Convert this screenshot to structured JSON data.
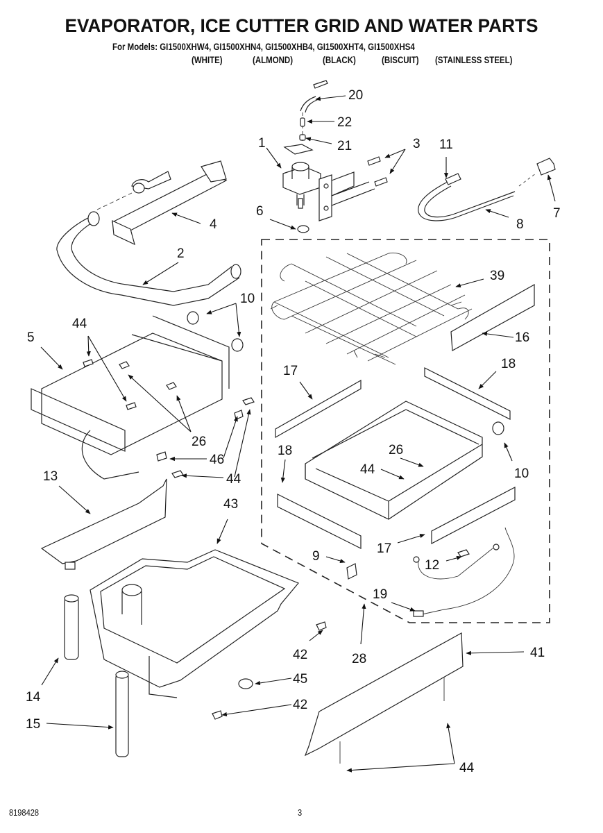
{
  "header": {
    "title": "EVAPORATOR, ICE CUTTER GRID AND WATER PARTS",
    "models_line": "For Models: GI1500XHW4, GI1500XHN4, GI1500XHB4, GI1500XHT4, GI1500XHS4",
    "colors": [
      "(WHITE)",
      "(ALMOND)",
      "(BLACK)",
      "(BISCUIT)",
      "(STAINLESS STEEL)"
    ]
  },
  "footer": {
    "doc_number": "8198428",
    "page_number": "3"
  },
  "callouts": [
    {
      "id": "c20",
      "label": "20"
    },
    {
      "id": "c22",
      "label": "22"
    },
    {
      "id": "c21",
      "label": "21"
    },
    {
      "id": "c1",
      "label": "1"
    },
    {
      "id": "c3",
      "label": "3"
    },
    {
      "id": "c11",
      "label": "11"
    },
    {
      "id": "c7",
      "label": "7"
    },
    {
      "id": "c8",
      "label": "8"
    },
    {
      "id": "c6",
      "label": "6"
    },
    {
      "id": "c4",
      "label": "4"
    },
    {
      "id": "c2",
      "label": "2"
    },
    {
      "id": "c39",
      "label": "39"
    },
    {
      "id": "c10a",
      "label": "10"
    },
    {
      "id": "c16",
      "label": "16"
    },
    {
      "id": "c44a",
      "label": "44"
    },
    {
      "id": "c5",
      "label": "5"
    },
    {
      "id": "c17a",
      "label": "17"
    },
    {
      "id": "c18a",
      "label": "18"
    },
    {
      "id": "c26a",
      "label": "26"
    },
    {
      "id": "c46",
      "label": "46"
    },
    {
      "id": "c44b",
      "label": "44"
    },
    {
      "id": "c18b",
      "label": "18"
    },
    {
      "id": "c26b",
      "label": "26"
    },
    {
      "id": "c10b",
      "label": "10"
    },
    {
      "id": "c44c",
      "label": "44"
    },
    {
      "id": "c13",
      "label": "13"
    },
    {
      "id": "c43",
      "label": "43"
    },
    {
      "id": "c17b",
      "label": "17"
    },
    {
      "id": "c9",
      "label": "9"
    },
    {
      "id": "c12",
      "label": "12"
    },
    {
      "id": "c19",
      "label": "19"
    },
    {
      "id": "c42a",
      "label": "42"
    },
    {
      "id": "c28",
      "label": "28"
    },
    {
      "id": "c41",
      "label": "41"
    },
    {
      "id": "c14",
      "label": "14"
    },
    {
      "id": "c45",
      "label": "45"
    },
    {
      "id": "c42b",
      "label": "42"
    },
    {
      "id": "c15",
      "label": "15"
    },
    {
      "id": "c44d",
      "label": "44"
    }
  ],
  "parts": [
    "water-valve",
    "water-inlet-tube",
    "tube-insert",
    "tube-nut",
    "valve-screws",
    "fill-tube",
    "fill-cup",
    "tube-connector",
    "valve-grommet",
    "evaporator-heater",
    "drain-tube-loop",
    "ice-cutter-grid",
    "grid-support-bracket",
    "mounting-grommets",
    "grid-side-rails",
    "cutter-grid-frame",
    "water-trough",
    "water-reservoir",
    "thermostat-clip",
    "ground-screw",
    "wire-harness",
    "reservoir-screws",
    "drain-hose",
    "drain-tube",
    "deflector-panel",
    "reservoir-foot",
    "cutter-grid-assembly-boundary"
  ]
}
